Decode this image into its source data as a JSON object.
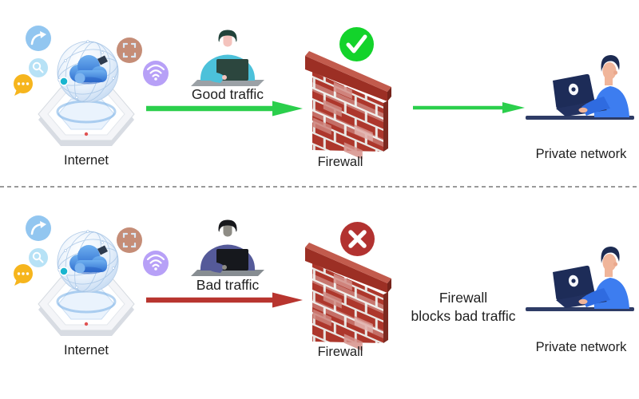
{
  "status_colors": {
    "allow_arrow": "#2bcf4c",
    "allow_badge": "#13d32b",
    "block_arrow": "#b8352f",
    "block_badge": "#b23230"
  },
  "icons": {
    "allowed": "check-icon",
    "blocked": "cross-icon",
    "internet_floating": [
      "cursor-icon",
      "search-icon",
      "chat-icon",
      "scan-icon",
      "wifi-icon"
    ]
  },
  "rows": {
    "top": {
      "internet": "Internet",
      "traffic": "Good traffic",
      "firewall": "Firewall",
      "network": "Private network"
    },
    "bottom": {
      "internet": "Internet",
      "traffic": "Bad traffic",
      "firewall": "Firewall",
      "network": "Private network",
      "note_line1": "Firewall",
      "note_line2": "blocks bad traffic"
    }
  }
}
